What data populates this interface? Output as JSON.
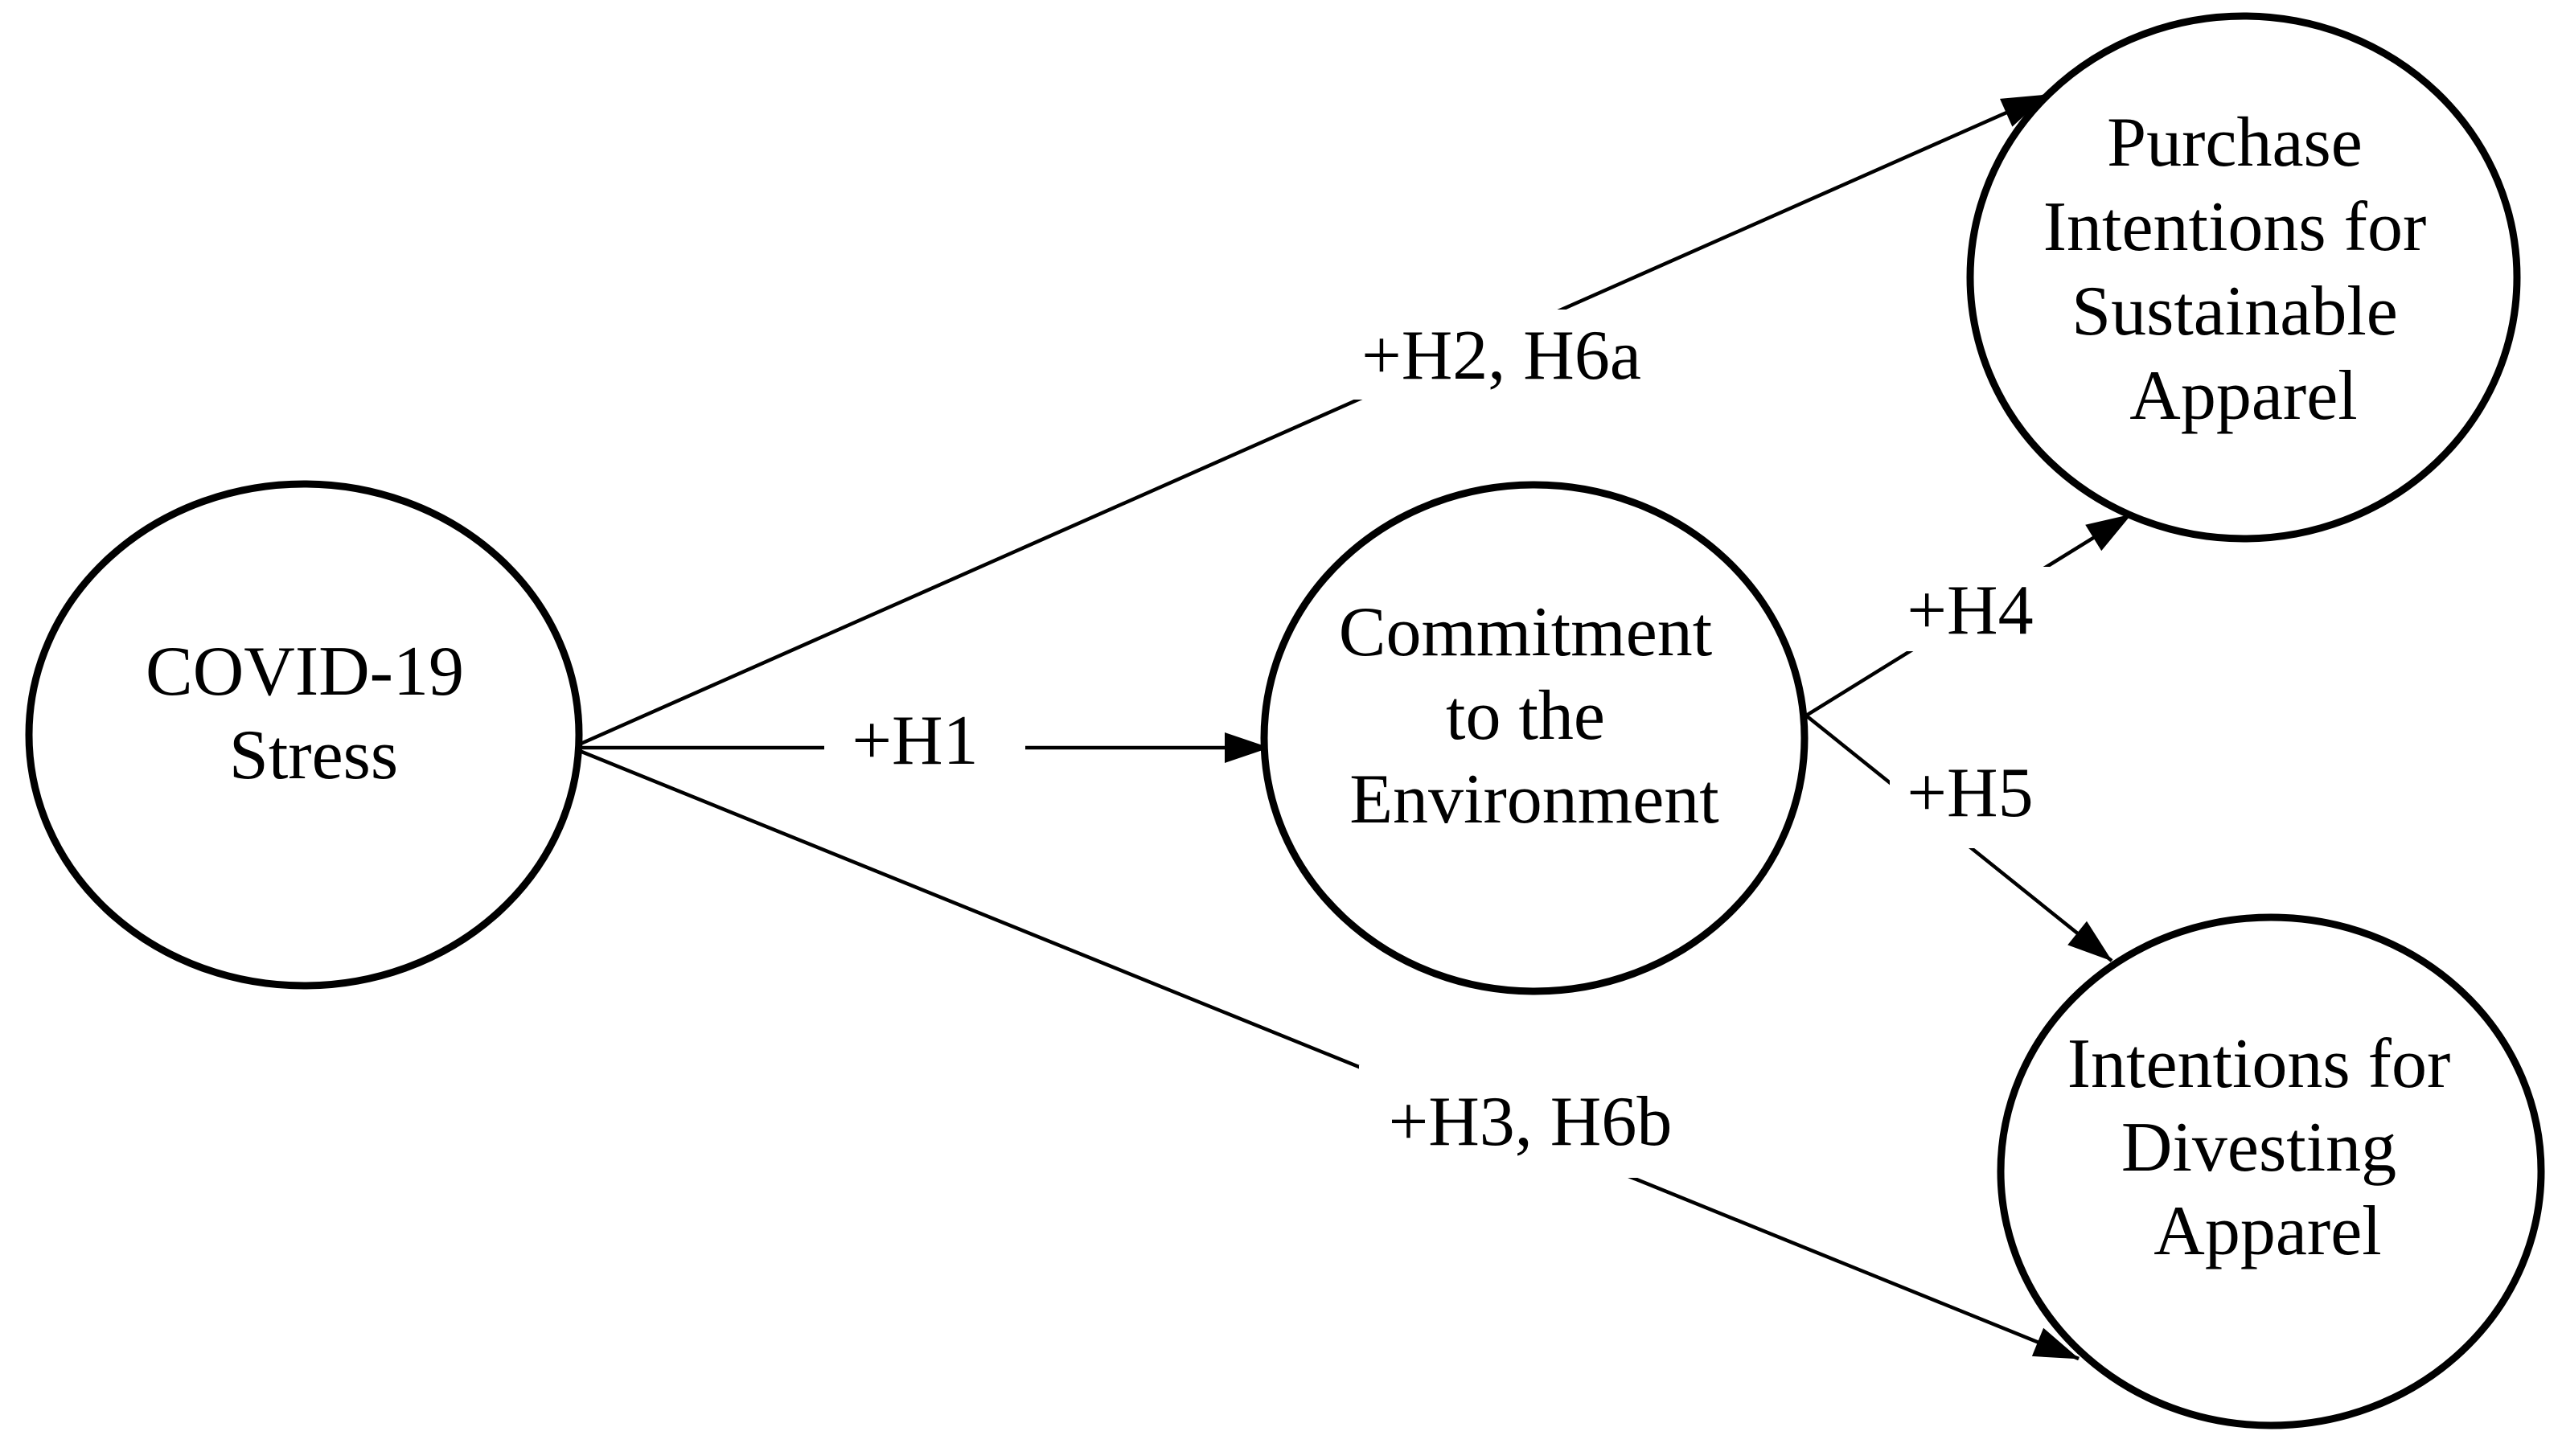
{
  "diagram": {
    "background": "#ffffff",
    "stroke_color": "#000000",
    "text_color": "#000000",
    "nodes": [
      {
        "id": "covid",
        "label": "COVID-19 Stress",
        "lines": [
          "COVID-19",
          "Stress"
        ]
      },
      {
        "id": "commitment",
        "label": "Commitment to the Environment",
        "lines": [
          "Commitment",
          "to the",
          "Environment"
        ]
      },
      {
        "id": "purchase",
        "label": "Purchase Intentions for Sustainable Apparel",
        "lines": [
          "Purchase",
          "Intentions for",
          "Sustainable",
          "Apparel"
        ]
      },
      {
        "id": "divesting",
        "label": "Intentions for Divesting Apparel",
        "lines": [
          "Intentions for",
          "Divesting",
          "Apparel"
        ]
      }
    ],
    "edges": [
      {
        "id": "h1",
        "label": "+H1",
        "from": "covid",
        "to": "commitment"
      },
      {
        "id": "h2",
        "label": "+H2, H6a",
        "from": "covid",
        "to": "purchase"
      },
      {
        "id": "h3",
        "label": "+H3, H6b",
        "from": "covid",
        "to": "divesting"
      },
      {
        "id": "h4",
        "label": "+H4",
        "from": "commitment",
        "to": "purchase"
      },
      {
        "id": "h5",
        "label": "+H5",
        "from": "commitment",
        "to": "divesting"
      }
    ]
  }
}
